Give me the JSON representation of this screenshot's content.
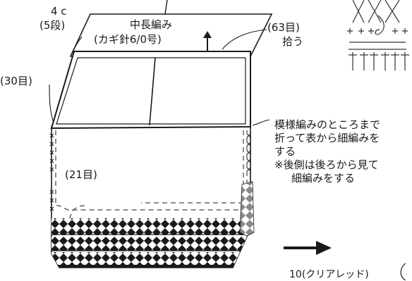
{
  "labels": {
    "top_rows": "4 c",
    "top_rows_sub": "(5段)",
    "flap_title": "中長編み",
    "flap_sub": "(カギ針6/0号)",
    "pick_count": "(63目)",
    "pick_action": "拾う",
    "side_count": "(30目)",
    "inner_count": "(21目)",
    "bottom_caption": "10(クリアレッド)"
  },
  "note": {
    "line1": "模様編みのところまで",
    "line2": "折って表から細編みを",
    "line3": "する",
    "line4": "※後側は後ろから見て",
    "line5": "細編みをする"
  }
}
